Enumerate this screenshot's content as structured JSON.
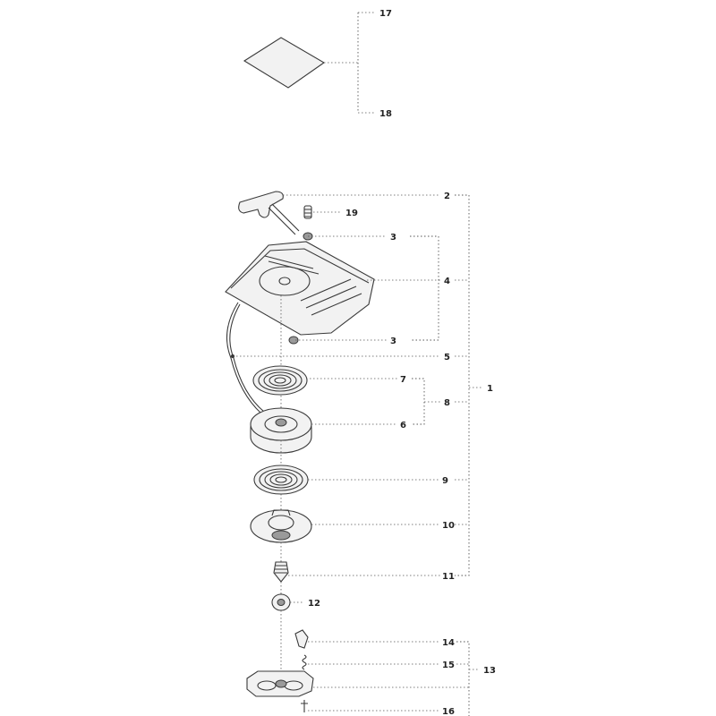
{
  "callouts": {
    "c17": "17",
    "c18": "18",
    "c2": "2",
    "c19": "19",
    "c3a": "3",
    "c4": "4",
    "c3b": "3",
    "c5": "5",
    "c7": "7",
    "c6grp": "6",
    "c1": "1",
    "c8": "8",
    "c9": "9",
    "c10": "10",
    "c11": "11",
    "c12": "12",
    "c14": "14",
    "c15": "15",
    "c13": "13",
    "c16": "16"
  }
}
